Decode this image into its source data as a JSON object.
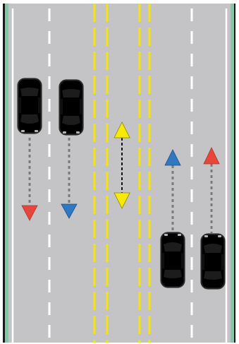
{
  "colors": {
    "background": "#ffffff",
    "frame": "#1a1a1a",
    "shoulder": "#7fc9a6",
    "asphalt": "#c4c4c6",
    "lane_line": "#ffffff",
    "center_line": "#f5e30a",
    "red_car": "#e5332a",
    "red_arrow": "#e8463a",
    "blue_car": "#2367b5",
    "blue_arrow": "#2f78c4",
    "shift_arrow": "#f7ea06",
    "dash_gray": "#7a7a7a",
    "dash_black": "#111111"
  },
  "vehicles": [
    {
      "id": "car-red-southbound",
      "color_key": "red_car",
      "heading": "south",
      "lane": "left-outer"
    },
    {
      "id": "car-blue-southbound",
      "color_key": "blue_car",
      "heading": "south",
      "lane": "left-inner"
    },
    {
      "id": "car-blue-northbound",
      "color_key": "blue_car",
      "heading": "north",
      "lane": "right-inner"
    },
    {
      "id": "car-red-northbound",
      "color_key": "red_car",
      "heading": "north",
      "lane": "right-outer"
    }
  ],
  "motion_arrows": [
    {
      "id": "red-southbound-arrow",
      "color_key": "red_arrow",
      "direction": "down"
    },
    {
      "id": "blue-southbound-arrow",
      "color_key": "blue_arrow",
      "direction": "down"
    },
    {
      "id": "blue-northbound-arrow",
      "color_key": "blue_arrow",
      "direction": "up"
    },
    {
      "id": "red-northbound-arrow",
      "color_key": "red_arrow",
      "direction": "up"
    },
    {
      "id": "center-shift-arrow",
      "color_key": "shift_arrow",
      "direction": "both-vertical"
    }
  ]
}
